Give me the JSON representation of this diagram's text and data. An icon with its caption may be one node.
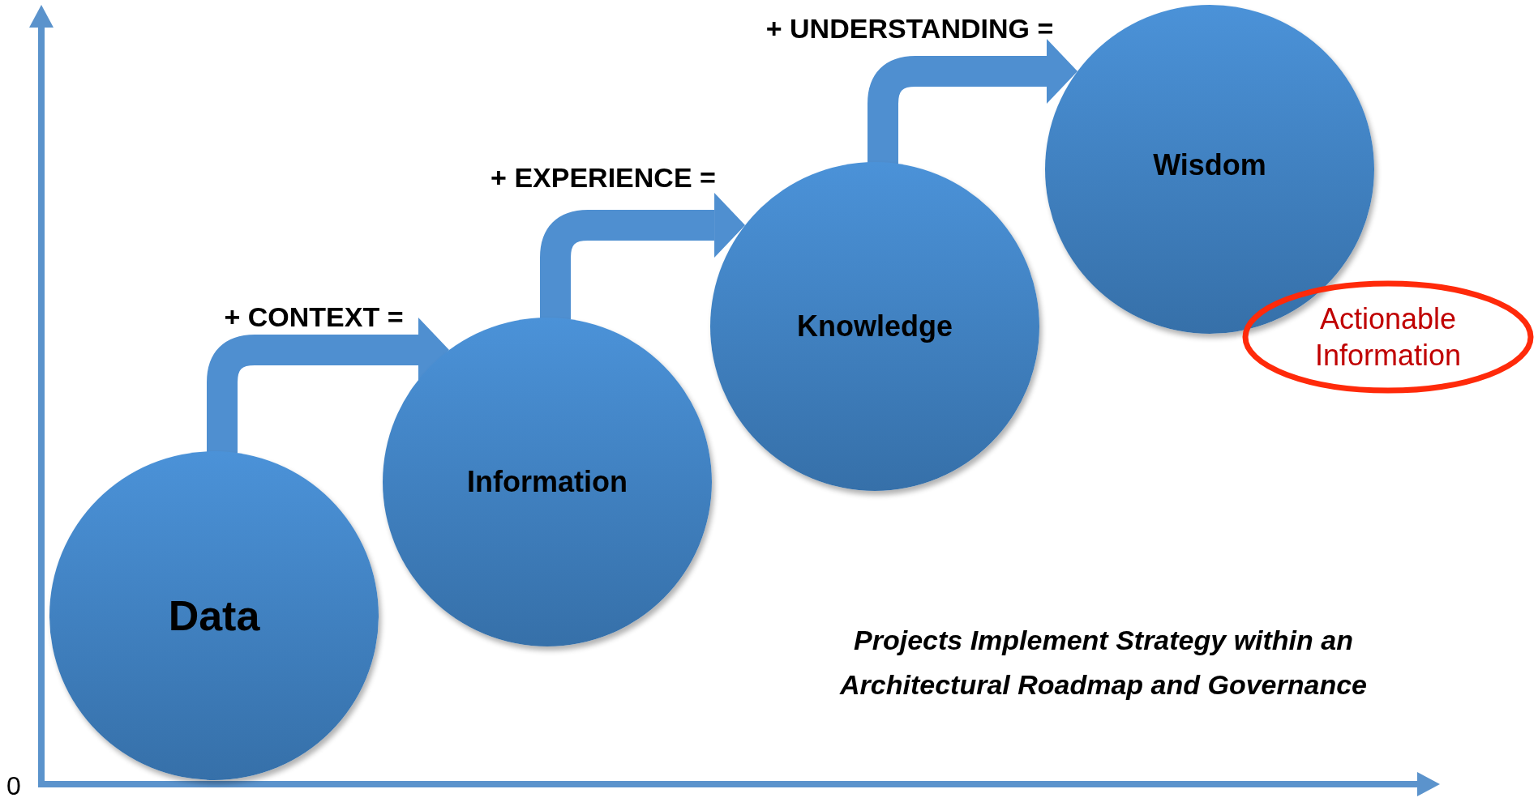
{
  "diagram": {
    "nodes": [
      {
        "text": [
          "Data"
        ]
      },
      {
        "text": [
          "Information"
        ]
      },
      {
        "text": [
          "Knowledge"
        ]
      },
      {
        "text": [
          "Wisdom"
        ]
      },
      {
        "text": [
          "Actionable Information"
        ]
      }
    ],
    "edges": [
      {
        "from": 0,
        "to": 1,
        "arrow": "to",
        "label": "+ CONTEXT ="
      },
      {
        "from": 1,
        "to": 2,
        "arrow": "to",
        "label": "+ EXPERIENCE ="
      },
      {
        "from": 2,
        "to": 3,
        "arrow": "to",
        "label": "+ UNDERSTANDING ="
      }
    ],
    "labels": [
      "Projects Implement Strategy within an Architectural Roadmap and Governance",
      "0"
    ]
  }
}
